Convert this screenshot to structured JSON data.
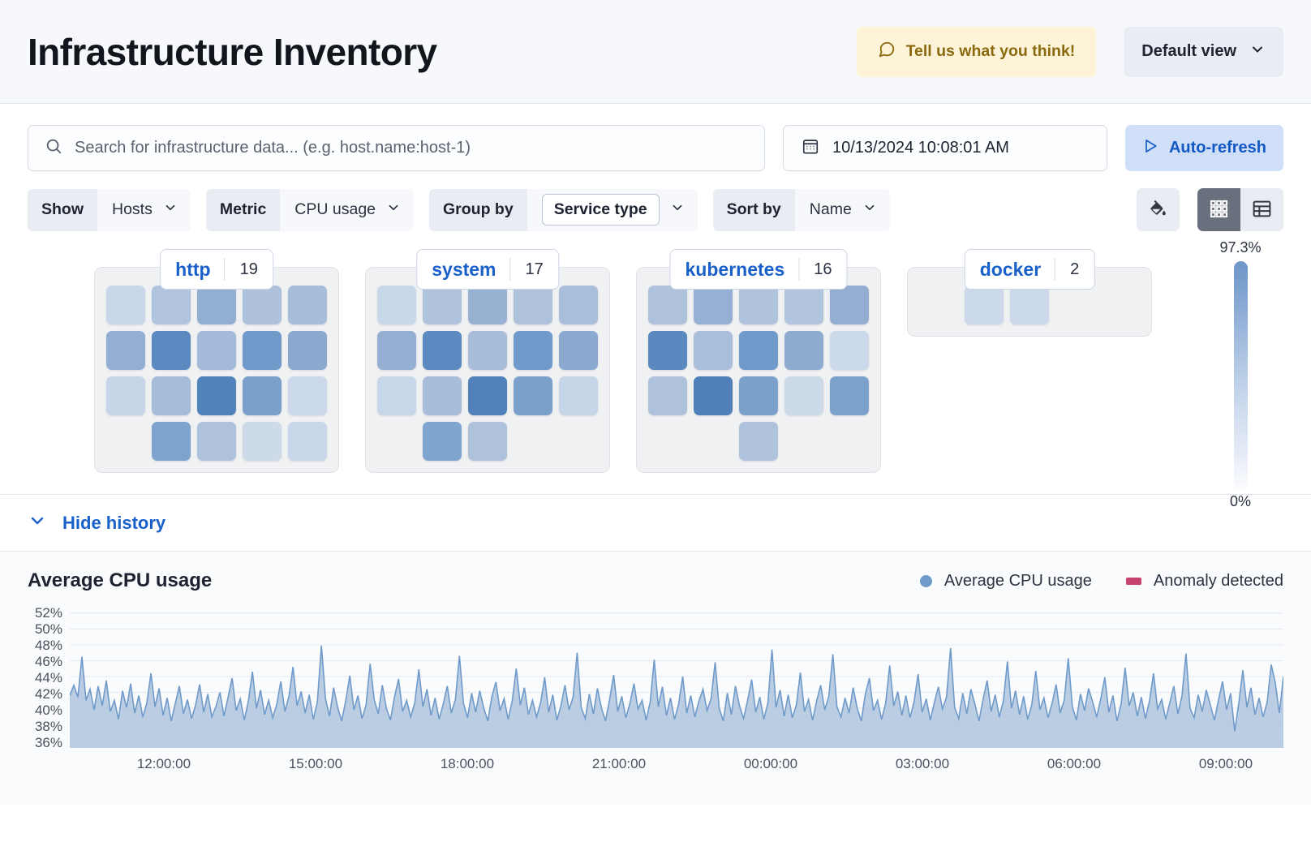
{
  "header": {
    "title": "Infrastructure Inventory",
    "feedback_label": "Tell us what you think!",
    "feedback_icon": "comment-icon",
    "view_label": "Default view",
    "view_chevron_icon": "chevron-down-icon"
  },
  "search": {
    "placeholder": "Search for infrastructure data... (e.g. host.name:host-1)",
    "value": "",
    "icon": "search-icon"
  },
  "datepicker": {
    "value": "10/13/2024 10:08:01 AM",
    "icon": "calendar-icon"
  },
  "autorefresh": {
    "label": "Auto-refresh",
    "icon": "play-icon"
  },
  "filters": [
    {
      "label": "Show",
      "value": "Hosts",
      "boxed": false,
      "icon": "chevron-down-icon"
    },
    {
      "label": "Metric",
      "value": "CPU usage",
      "boxed": false,
      "icon": "chevron-down-icon"
    },
    {
      "label": "Group by",
      "value": "Service type",
      "boxed": true,
      "icon": "chevron-down-icon"
    },
    {
      "label": "Sort by",
      "value": "Name",
      "boxed": false,
      "icon": "chevron-down-icon"
    }
  ],
  "tools": {
    "palette_icon": "color-fill-icon",
    "grid_icon": "grid-view-icon",
    "table_icon": "table-view-icon",
    "active_view": "grid"
  },
  "legend_scale": {
    "max_label": "97.3%",
    "min_label": "0%",
    "max_color": "#6e96c8",
    "min_color": "#fbfcfe"
  },
  "groups": [
    {
      "name": "http",
      "count": "19",
      "columns": 5,
      "tiles": [
        "#c9d8e9",
        "#b0c4de",
        "#92aed1",
        "#adc1db",
        "#a8bdd9",
        "#93aed2",
        "#5b89c0",
        "#a3bada",
        "#6f9ac9",
        "#89a9cf",
        "#c6d5e7",
        "#a6bcda",
        "#5082bb",
        "#7ba0cb",
        "#cbd9ea",
        "",
        "#7ea3cd",
        "#aec2dc",
        "#ccdaea",
        "#c8d7e9"
      ]
    },
    {
      "name": "system",
      "count": "17",
      "columns": 5,
      "tiles": [
        "#c9d8e9",
        "#afc3dd",
        "#97b1d3",
        "#aec2dc",
        "#a9bed9",
        "#94afd2",
        "#5b89c0",
        "#a8bdd9",
        "#6f9ac9",
        "#8aaacf",
        "#c7d6e8",
        "#a7bdda",
        "#5181ba",
        "#7ba0cb",
        "#c6d5e7",
        "",
        "#7fa4cd",
        "#aec2dc",
        "",
        ""
      ]
    },
    {
      "name": "kubernetes",
      "count": "16",
      "columns": 5,
      "tiles": [
        "#aec2dc",
        "#95b0d2",
        "#afc3dd",
        "#b1c5de",
        "#93aed1",
        "#5a88bf",
        "#a9bed9",
        "#6f9ac9",
        "#8eabd0",
        "#cbd9ea",
        "#aec2dc",
        "#4f80ba",
        "#7ba0cb",
        "#ccdaea",
        "#7ca1cc",
        "",
        "",
        "#afc3dd",
        "",
        ""
      ]
    },
    {
      "name": "docker",
      "count": "2",
      "columns": 5,
      "tiles": [
        "",
        "#cbd9ea",
        "#cbd9ea",
        "",
        ""
      ]
    }
  ],
  "history": {
    "toggle_label": "Hide history",
    "toggle_icon": "chevron-down-icon"
  },
  "chart_data": {
    "type": "area",
    "title": "Average CPU usage",
    "xlabel": "",
    "ylabel": "",
    "ylim": [
      35,
      53
    ],
    "ytick_labels": [
      "52%",
      "50%",
      "48%",
      "46%",
      "44%",
      "42%",
      "40%",
      "38%",
      "36%"
    ],
    "ytick_values": [
      52,
      50,
      48,
      46,
      44,
      42,
      40,
      38,
      36
    ],
    "xtick_labels": [
      "12:00:00",
      "15:00:00",
      "18:00:00",
      "21:00:00",
      "00:00:00",
      "03:00:00",
      "06:00:00",
      "09:00:00"
    ],
    "grid": true,
    "legend_position": "top-right",
    "series": [
      {
        "name": "Average CPU usage",
        "color": "#6f9ac9",
        "fill": "#aec4de",
        "values": [
          41.6,
          42.9,
          41.4,
          46.5,
          41.0,
          42.4,
          39.8,
          42.8,
          40.3,
          43.5,
          39.6,
          41.0,
          38.6,
          42.2,
          40.1,
          43.1,
          39.4,
          41.6,
          38.9,
          40.7,
          44.4,
          40.2,
          42.5,
          39.1,
          41.3,
          38.4,
          40.6,
          42.8,
          39.3,
          41.1,
          38.7,
          40.4,
          43.0,
          39.5,
          41.8,
          38.9,
          40.2,
          42.0,
          39.0,
          41.4,
          43.8,
          39.7,
          41.2,
          38.5,
          40.9,
          44.6,
          40.0,
          42.3,
          39.2,
          41.0,
          38.8,
          40.5,
          43.4,
          39.6,
          41.5,
          45.2,
          40.3,
          42.1,
          39.4,
          41.7,
          38.6,
          40.8,
          47.9,
          41.2,
          39.0,
          42.6,
          40.1,
          38.4,
          41.0,
          44.1,
          39.8,
          41.6,
          38.7,
          40.4,
          45.6,
          41.1,
          39.3,
          42.9,
          40.0,
          38.5,
          41.4,
          43.7,
          39.6,
          41.0,
          38.9,
          40.7,
          44.9,
          40.2,
          42.4,
          39.1,
          41.3,
          38.6,
          40.5,
          42.8,
          39.4,
          41.1,
          46.6,
          40.6,
          38.8,
          41.9,
          39.5,
          42.2,
          40.0,
          38.4,
          41.5,
          43.3,
          39.7,
          41.2,
          38.6,
          40.9,
          45.0,
          40.4,
          42.6,
          39.2,
          41.0,
          38.9,
          40.7,
          43.9,
          39.5,
          41.7,
          38.5,
          40.3,
          42.9,
          39.8,
          41.4,
          47.0,
          40.1,
          38.7,
          41.8,
          39.3,
          42.5,
          40.0,
          38.4,
          41.1,
          44.2,
          39.6,
          41.5,
          38.8,
          40.6,
          43.1,
          39.9,
          41.0,
          38.5,
          40.8,
          46.1,
          40.2,
          42.7,
          39.1,
          41.3,
          38.6,
          40.5,
          44.0,
          39.4,
          41.6,
          38.9,
          40.9,
          42.4,
          39.7,
          41.2,
          45.8,
          40.0,
          38.4,
          41.9,
          39.2,
          42.8,
          40.3,
          38.7,
          41.0,
          43.6,
          39.5,
          41.4,
          38.6,
          40.7,
          47.4,
          40.1,
          42.3,
          39.0,
          41.7,
          38.8,
          40.4,
          44.5,
          39.6,
          41.1,
          38.5,
          40.9,
          42.9,
          39.8,
          41.5,
          46.8,
          40.2,
          38.9,
          41.3,
          39.4,
          42.6,
          40.0,
          38.4,
          41.8,
          43.8,
          39.7,
          41.0,
          38.6,
          40.6,
          45.4,
          40.3,
          42.1,
          39.1,
          41.6,
          38.8,
          40.8,
          44.3,
          39.5,
          41.2,
          38.5,
          40.7,
          42.7,
          39.9,
          41.4,
          47.6,
          40.1,
          38.7,
          41.9,
          39.3,
          42.4,
          40.5,
          38.4,
          41.1,
          43.5,
          39.6,
          41.7,
          38.9,
          40.9,
          45.9,
          40.0,
          42.2,
          39.2,
          41.5,
          38.6,
          40.4,
          44.7,
          39.8,
          41.3,
          38.8,
          40.6,
          43.0,
          39.4,
          41.0,
          46.3,
          40.2,
          38.5,
          41.8,
          39.7,
          42.5,
          40.8,
          38.9,
          41.2,
          43.9,
          39.5,
          41.6,
          38.4,
          40.5,
          45.1,
          40.3,
          42.0,
          39.0,
          41.4,
          38.7,
          40.9,
          44.4,
          39.9,
          41.1,
          38.6,
          40.7,
          42.8,
          39.3,
          41.5,
          46.9,
          40.0,
          38.8,
          41.7,
          39.6,
          42.3,
          40.4,
          38.5,
          41.0,
          43.4,
          39.8,
          41.9,
          37.1,
          40.6,
          44.8,
          40.1,
          42.6,
          39.2,
          41.3,
          38.9,
          40.8,
          45.5,
          43.2,
          39.4,
          44.0
        ]
      },
      {
        "name": "Anomaly detected",
        "color": "#c8446e",
        "values": []
      }
    ]
  }
}
